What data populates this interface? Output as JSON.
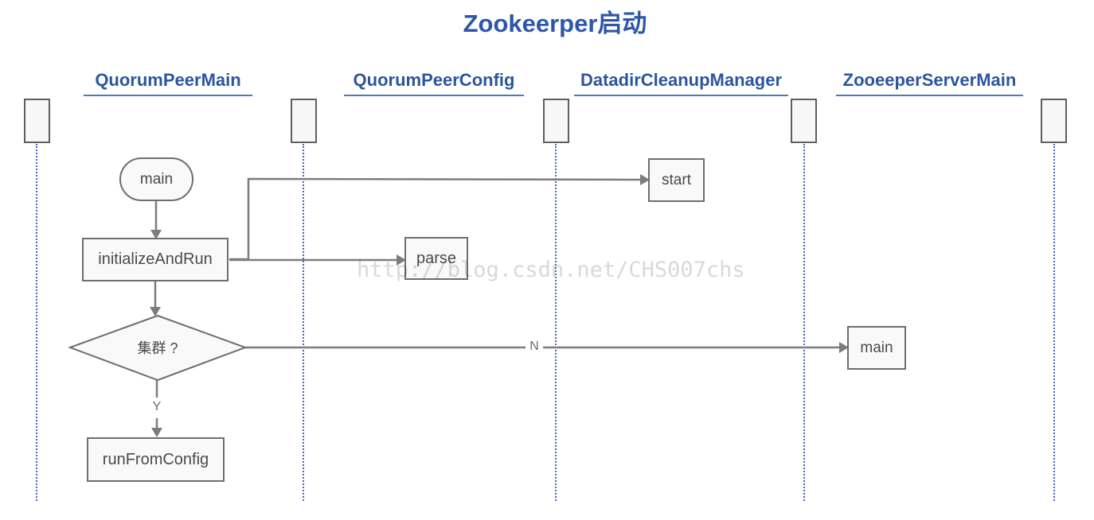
{
  "title": "Zookeerper启动",
  "watermark": "http://blog.csdn.net/CHS007chs",
  "actors": [
    {
      "label": "QuorumPeerMain"
    },
    {
      "label": "QuorumPeerConfig"
    },
    {
      "label": "DatadirCleanupManager"
    },
    {
      "label": "ZooeeperServerMain"
    }
  ],
  "flow": {
    "entry": "main",
    "initialize": "initializeAndRun",
    "decision": "集群 ?",
    "yes_label": "Y",
    "no_label": "N",
    "run_from_config": "runFromConfig",
    "parse": "parse",
    "start": "start",
    "server_main": "main"
  },
  "colors": {
    "title_blue": "#2d57a8",
    "heading_blue": "#2b569e",
    "underline_blue": "#4d7ab5",
    "lifeline_blue": "#4663c5",
    "line_gray": "#7d7d7d",
    "watermark_gray": "#d9d9d9"
  }
}
